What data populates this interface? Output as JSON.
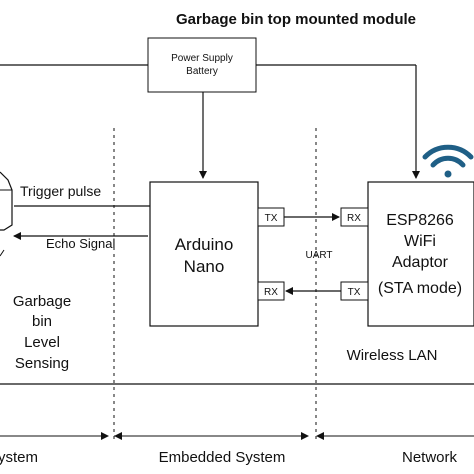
{
  "title": "Garbage bin top mounted module",
  "power": {
    "line1": "Power Supply",
    "line2": "Battery"
  },
  "sensor": {
    "trigger": "Trigger pulse",
    "echo": "Echo Signal",
    "label_lines": [
      "Garbage",
      "bin",
      "Level",
      "Sensing"
    ]
  },
  "arduino": {
    "line1": "Arduino",
    "line2": "Nano",
    "tx": "TX",
    "rx": "RX"
  },
  "esp": {
    "lines": [
      "ESP8266",
      "WiFi",
      "Adaptor",
      "(STA mode)"
    ],
    "rx": "RX",
    "tx": "TX"
  },
  "uart": "UART",
  "wireless": "Wireless LAN",
  "sections": {
    "left": "ystem",
    "middle": "Embedded System",
    "right": "Network"
  },
  "colors": {
    "line": "#111111",
    "wifi": "#1f5f86"
  }
}
